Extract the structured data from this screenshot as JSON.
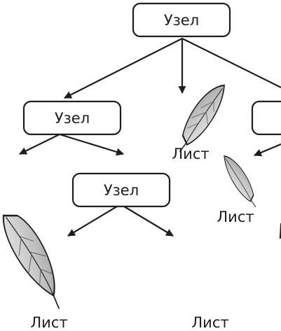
{
  "diagram": {
    "nodes": [
      {
        "id": "root",
        "label": "Узел",
        "kind": "node"
      },
      {
        "id": "left",
        "label": "Узел",
        "kind": "node"
      },
      {
        "id": "right-partial",
        "label": "",
        "kind": "node"
      },
      {
        "id": "middle",
        "label": "Узел",
        "kind": "node"
      }
    ],
    "leaves": [
      {
        "id": "leaf-top-center",
        "label": "Лист"
      },
      {
        "id": "leaf-right-small",
        "label": "Лист"
      },
      {
        "id": "leaf-bottom-left",
        "label": "Лист"
      },
      {
        "id": "leaf-bottom-right",
        "label": "Лист"
      }
    ],
    "edges": [
      {
        "from": "root",
        "to": "left"
      },
      {
        "from": "root",
        "to": "leaf-top-center"
      },
      {
        "from": "root",
        "to": "right-partial"
      },
      {
        "from": "left",
        "to": "open-left"
      },
      {
        "from": "left",
        "to": "open-right"
      },
      {
        "from": "right-partial",
        "to": "leaf-right-small"
      },
      {
        "from": "middle",
        "to": "leaf-bottom-left"
      },
      {
        "from": "middle",
        "to": "leaf-bottom-right"
      }
    ]
  },
  "colors": {
    "ink": "#1e1e1e",
    "leaf_fill": "#b9b9b9",
    "leaf_highlight": "#e6e6e6",
    "box_fill": "#ffffff"
  }
}
